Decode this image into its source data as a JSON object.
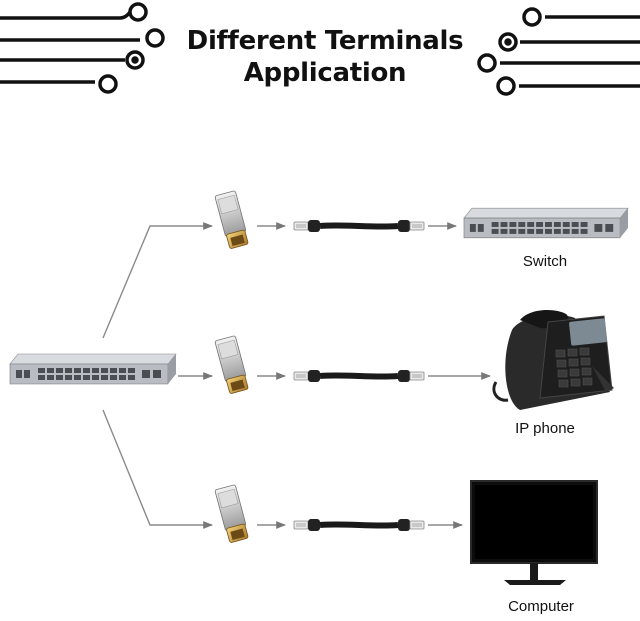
{
  "title": {
    "line1": "Different Terminals",
    "line2": "Application"
  },
  "terminals": {
    "switch": "Switch",
    "ip_phone": "IP phone",
    "computer": "Computer"
  }
}
